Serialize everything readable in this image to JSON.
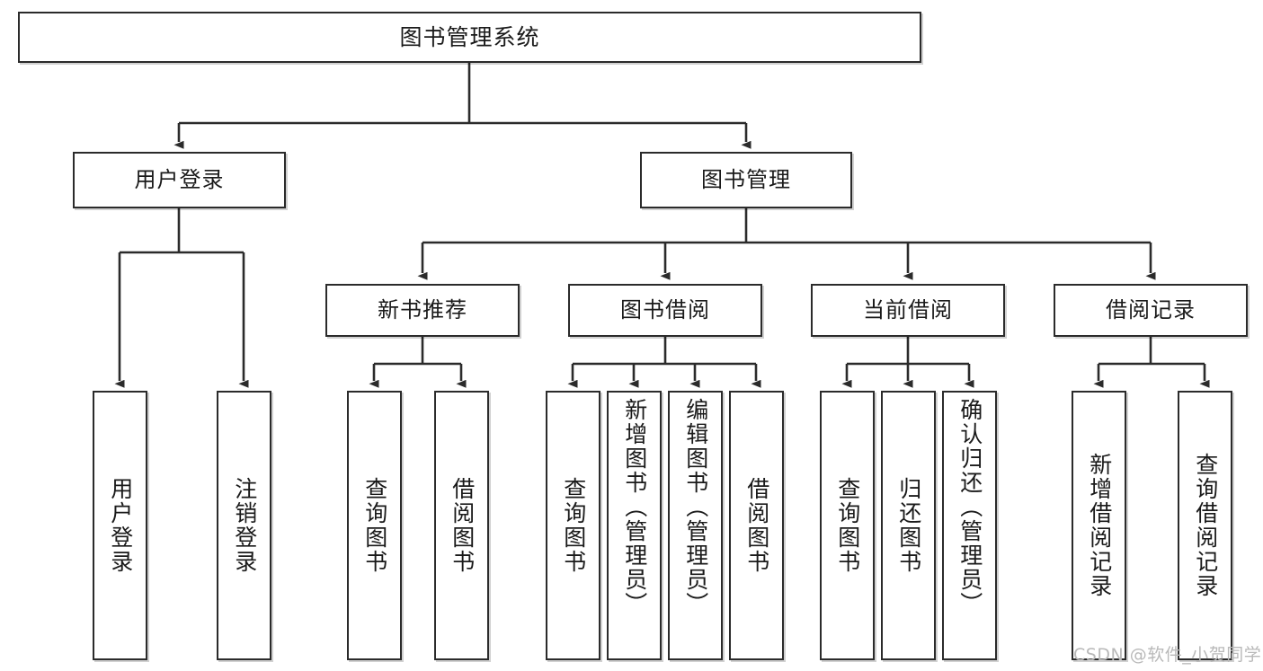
{
  "diagram": {
    "title": "图书管理系统",
    "type": "tree-hierarchy-diagram",
    "colors": {
      "stroke": "#2b2b2b",
      "fill": "#ffffff",
      "text": "#1a1a1a",
      "watermark": "#b9b9b9"
    },
    "levels": {
      "root": {
        "label": "图书管理系统"
      },
      "level2": [
        {
          "id": "user-login",
          "label": "用户登录"
        },
        {
          "id": "book-management",
          "label": "图书管理"
        }
      ],
      "level3": [
        {
          "id": "new-book-recommend",
          "label": "新书推荐"
        },
        {
          "id": "book-borrow",
          "label": "图书借阅"
        },
        {
          "id": "current-borrow",
          "label": "当前借阅"
        },
        {
          "id": "borrow-record",
          "label": "借阅记录"
        }
      ],
      "leaves": [
        {
          "id": "leaf-user-login",
          "label": "用户登录",
          "parent": "user-login"
        },
        {
          "id": "leaf-user-logout",
          "label": "注销登录",
          "parent": "user-login"
        },
        {
          "id": "leaf-query-book-1",
          "label": "查询图书",
          "parent": "new-book-recommend"
        },
        {
          "id": "leaf-borrow-book-1",
          "label": "借阅图书",
          "parent": "new-book-recommend"
        },
        {
          "id": "leaf-query-book-2",
          "label": "查询图书",
          "parent": "book-borrow"
        },
        {
          "id": "leaf-add-book",
          "label": "新增图书（管理员）",
          "parent": "book-borrow"
        },
        {
          "id": "leaf-edit-book",
          "label": "编辑图书（管理员）",
          "parent": "book-borrow"
        },
        {
          "id": "leaf-borrow-book-2",
          "label": "借阅图书",
          "parent": "book-borrow"
        },
        {
          "id": "leaf-query-book-3",
          "label": "查询图书",
          "parent": "current-borrow"
        },
        {
          "id": "leaf-return-book",
          "label": "归还图书",
          "parent": "current-borrow"
        },
        {
          "id": "leaf-confirm-return",
          "label": "确认归还（管理员）",
          "parent": "current-borrow"
        },
        {
          "id": "leaf-add-record",
          "label": "新增借阅记录",
          "parent": "borrow-record"
        },
        {
          "id": "leaf-query-record",
          "label": "查询借阅记录",
          "parent": "borrow-record"
        }
      ]
    },
    "watermark": "CSDN @软件_小贺同学"
  }
}
